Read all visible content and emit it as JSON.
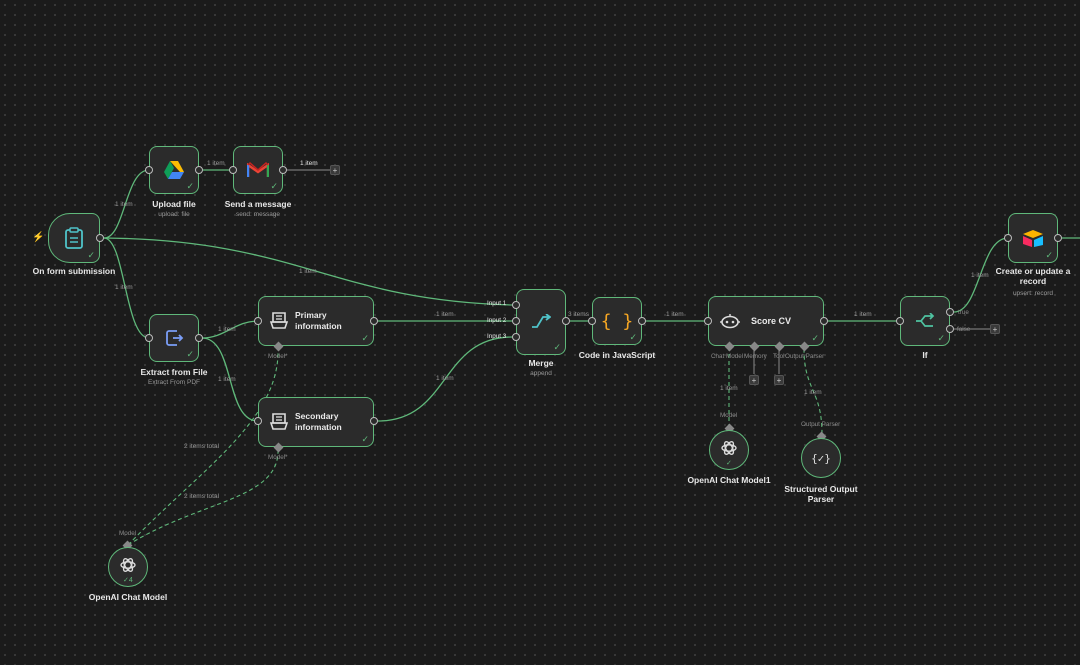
{
  "canvas": {
    "title": "n8n workflow editor"
  },
  "nodes": {
    "form": {
      "label": "On form submission",
      "icon": "clipboard-icon"
    },
    "upload": {
      "label": "Upload file",
      "sub": "upload: file",
      "icon": "google-drive-icon"
    },
    "gmail": {
      "label": "Send a message",
      "sub": "send: message",
      "icon": "gmail-icon"
    },
    "extract": {
      "label": "Extract from File",
      "sub": "Extract From PDF",
      "icon": "file-export-icon"
    },
    "primary": {
      "label": "Primary information",
      "port": "Model*",
      "icon": "extractor-icon"
    },
    "secondary": {
      "label": "Secondary information",
      "port": "Model*",
      "icon": "extractor-icon"
    },
    "openai1": {
      "label": "OpenAI Chat Model",
      "port": "Model",
      "badge": "4",
      "icon": "openai-icon"
    },
    "merge": {
      "label": "Merge",
      "sub": "append",
      "inputs": [
        "Input 1",
        "Input 2",
        "Input 3"
      ],
      "icon": "merge-icon"
    },
    "code": {
      "label": "Code in JavaScript",
      "icon": "curly-braces-icon"
    },
    "score": {
      "label": "Score CV",
      "ports": [
        "Chat Model",
        "Memory",
        "Tool",
        "Output Parser"
      ],
      "icon": "robot-icon"
    },
    "openai2": {
      "label": "OpenAI Chat Model1",
      "port": "Model",
      "icon": "openai-icon"
    },
    "parser": {
      "label": "Structured Output Parser",
      "port": "Output Parser",
      "icon": "braces-check-icon"
    },
    "if": {
      "label": "If",
      "outputs": [
        "true",
        "false"
      ],
      "icon": "branch-icon"
    },
    "airtable": {
      "label": "Create or update a record",
      "sub": "upsert: record",
      "icon": "airtable-icon"
    }
  },
  "edges": {
    "item": "1 item",
    "items3": "3 items",
    "total2": "2 items total"
  },
  "colors": {
    "success": "#5fb87a",
    "canvas": "#1b1b1b",
    "node": "#2b2b2b",
    "trigger": "#e05a5a"
  }
}
